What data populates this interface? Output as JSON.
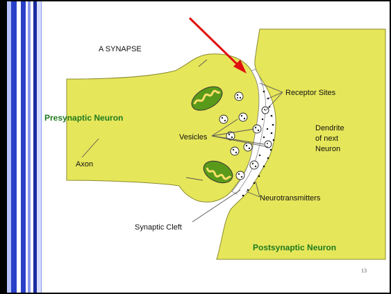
{
  "slide": {
    "title": "A SYNAPSE",
    "page_number": "13"
  },
  "labels": {
    "presynaptic_neuron": "Presynaptic Neuron",
    "axon": "Axon",
    "vesicles": "Vesicles",
    "receptor_sites": "Receptor Sites",
    "dendrite_line1": "Dendrite",
    "dendrite_line2": "of next",
    "dendrite_line3": "Neuron",
    "neurotransmitters": "Neurotransmitters",
    "synaptic_cleft": "Synaptic Cleft",
    "postsynaptic_neuron": "Postsynaptic Neuron"
  },
  "colors": {
    "neuron_fill": "#e6e65a",
    "label_green": "#1f7a1f",
    "arrow_red": "#e01010",
    "mitochondria_green": "#5a9a1a",
    "bar_blue": "#2a40c8",
    "bar_light": "#b7c2ff"
  }
}
